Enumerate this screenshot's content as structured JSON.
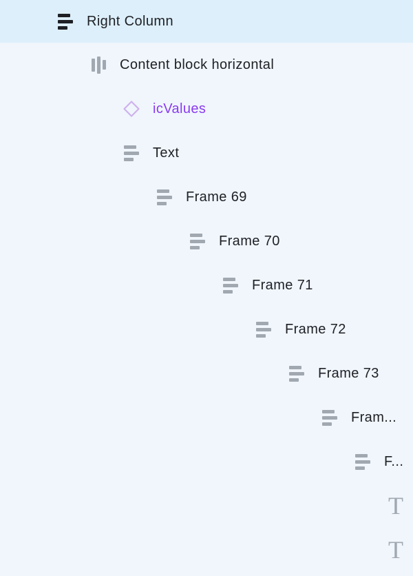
{
  "colors": {
    "bg_main": "#f0f6fc",
    "bg_selected": "#ddeffa",
    "text_dark": "#1e2025",
    "icon_gray": "#a2a8b0",
    "accent_purple": "#8a3bf0",
    "diamond_stroke": "#cfb1ee"
  },
  "icons": {
    "text_glyph": "T"
  },
  "tree": {
    "rows": [
      {
        "label": "Right Column",
        "icon": "auto-layout-vertical",
        "depth": 0,
        "selected": true
      },
      {
        "label": "Content block horizontal",
        "icon": "auto-layout-horizontal",
        "depth": 1
      },
      {
        "label": "icValues",
        "icon": "component-diamond",
        "depth": 2,
        "color": "purple"
      },
      {
        "label": "Text",
        "icon": "auto-layout-vertical",
        "depth": 2
      },
      {
        "label": "Frame 69",
        "icon": "auto-layout-vertical",
        "depth": 3
      },
      {
        "label": "Frame 70",
        "icon": "auto-layout-vertical",
        "depth": 4
      },
      {
        "label": "Frame 71",
        "icon": "auto-layout-vertical",
        "depth": 5
      },
      {
        "label": "Frame 72",
        "icon": "auto-layout-vertical",
        "depth": 6
      },
      {
        "label": "Frame 73",
        "icon": "auto-layout-vertical",
        "depth": 7
      },
      {
        "label": "Fram...",
        "icon": "auto-layout-vertical",
        "depth": 8,
        "truncated": true
      },
      {
        "label": "F...",
        "icon": "auto-layout-vertical",
        "depth": 9,
        "truncated": true
      },
      {
        "label": "",
        "icon": "text-layer",
        "depth": 10
      },
      {
        "label": "",
        "icon": "text-layer",
        "depth": 10
      }
    ]
  }
}
